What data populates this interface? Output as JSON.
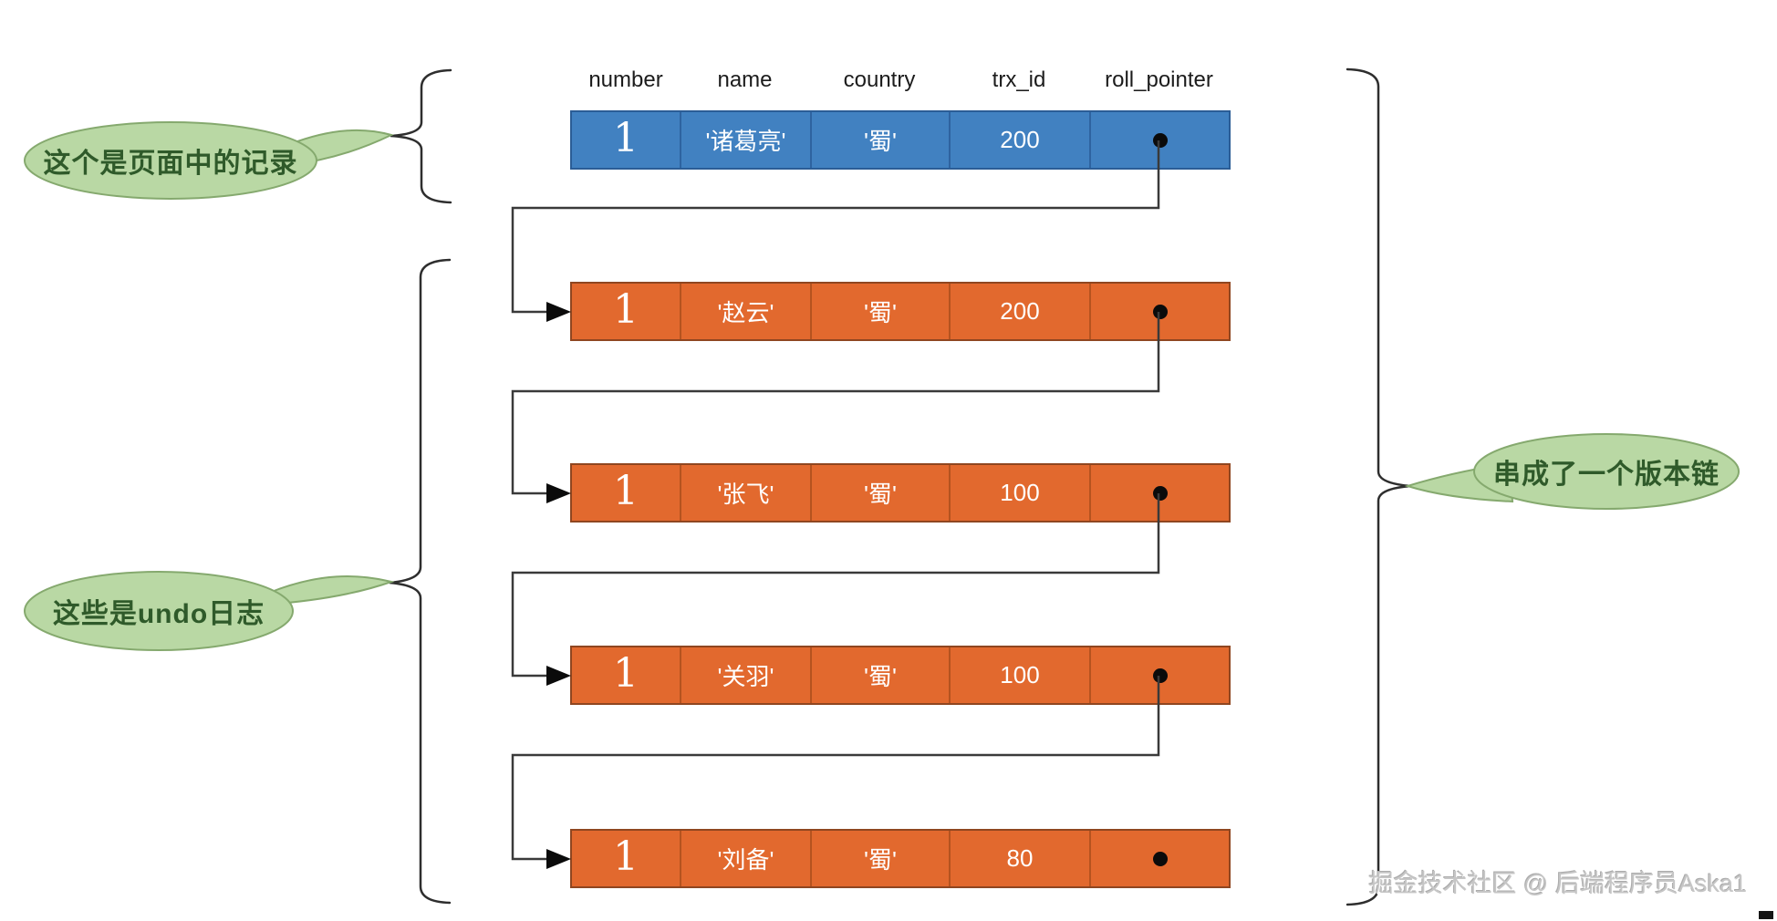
{
  "diagram": {
    "columns": [
      "number",
      "name",
      "country",
      "trx_id",
      "roll_pointer"
    ],
    "rows": [
      {
        "kind": "page-record",
        "cells": [
          "1",
          "'诸葛亮'",
          "'蜀'",
          "200"
        ],
        "roll_pointer_dot": true
      },
      {
        "kind": "undo-log",
        "cells": [
          "1",
          "'赵云'",
          "'蜀'",
          "200"
        ],
        "roll_pointer_dot": true
      },
      {
        "kind": "undo-log",
        "cells": [
          "1",
          "'张飞'",
          "'蜀'",
          "100"
        ],
        "roll_pointer_dot": true
      },
      {
        "kind": "undo-log",
        "cells": [
          "1",
          "'关羽'",
          "'蜀'",
          "100"
        ],
        "roll_pointer_dot": true
      },
      {
        "kind": "undo-log",
        "cells": [
          "1",
          "'刘备'",
          "'蜀'",
          "80"
        ],
        "roll_pointer_dot": true
      }
    ],
    "annotations": {
      "page_record_bubble": "这个是页面中的记录",
      "undo_logs_bubble": "这些是undo日志",
      "version_chain_bubble": "串成了一个版本链"
    },
    "watermark": "掘金技术社区 @ 后端程序员Aska1",
    "colors": {
      "record_row_fill": "#4181c1",
      "record_row_border": "#2b5d96",
      "undo_row_fill": "#e2692e",
      "undo_row_border": "#8f4620",
      "bubble_fill": "#b9d8a4",
      "bubble_border": "#85a96e",
      "bubble_text": "#2f5a2a",
      "connector_line": "#3a3a3a",
      "row_text": "#ffffff"
    }
  }
}
